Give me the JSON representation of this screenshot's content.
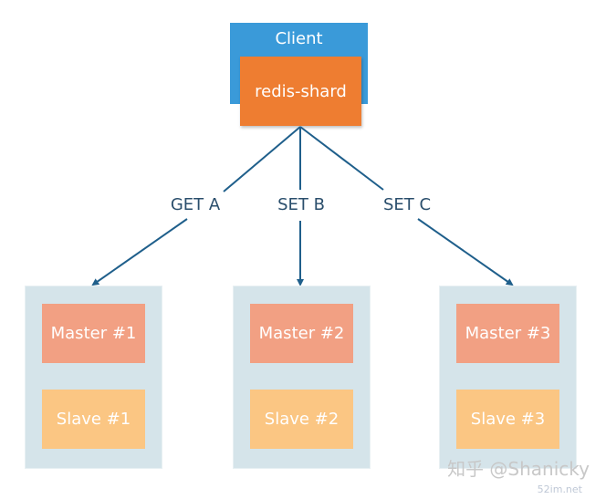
{
  "client": {
    "label": "Client",
    "component": "redis-shard"
  },
  "routes": [
    {
      "label": "GET A"
    },
    {
      "label": "SET B"
    },
    {
      "label": "SET C"
    }
  ],
  "groups": [
    {
      "master": "Master #1",
      "slave": "Slave #1"
    },
    {
      "master": "Master #2",
      "slave": "Slave #2"
    },
    {
      "master": "Master #3",
      "slave": "Slave #3"
    }
  ],
  "watermark": {
    "handle": "知乎 @Shanicky",
    "site": "52im.net"
  },
  "colors": {
    "client": "#3a9ad9",
    "shard": "#ee7d31",
    "group_bg": "#d5e4ea",
    "master": "#f2a083",
    "slave": "#fbc683",
    "connector": "#1f5f8b"
  }
}
